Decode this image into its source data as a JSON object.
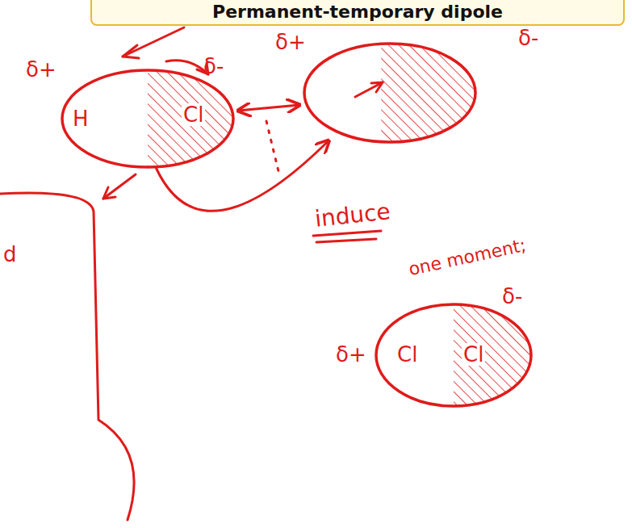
{
  "diagram": {
    "title": "Permanent-temporary dipole",
    "nodes": [
      {
        "text": [
          "δ+",
          "H",
          "Cl",
          "δ-"
        ]
      },
      {
        "text": [
          "δ+",
          "δ-"
        ]
      },
      {
        "text": [
          "δ+",
          "Cl",
          "Cl",
          "δ-"
        ]
      }
    ],
    "edges": [
      {
        "from": 0,
        "to": 1,
        "label": "induce",
        "arrow": "to"
      },
      {
        "from": 0,
        "to": 1,
        "arrow": "both"
      }
    ],
    "labels": [
      "one moment;",
      "d"
    ]
  }
}
